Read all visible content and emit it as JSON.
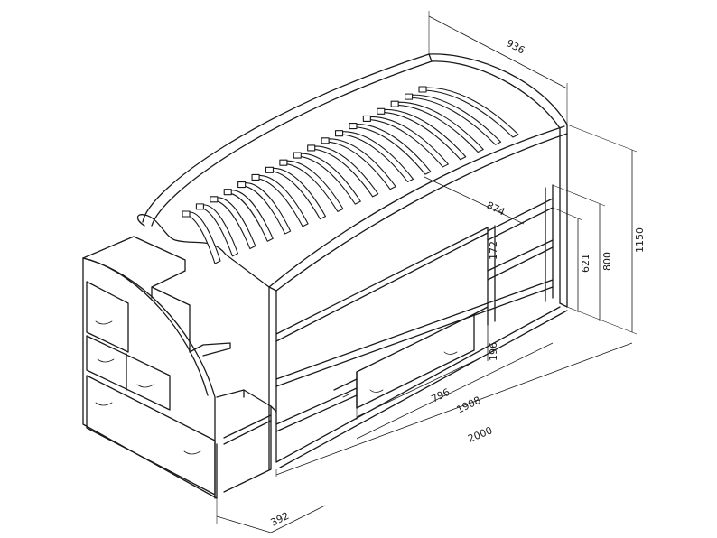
{
  "dimensions": {
    "width_top": "936",
    "height_total": "1150",
    "height_800": "800",
    "height_621": "621",
    "inner_874": "874",
    "shelf_172": "172",
    "drawer_196": "196",
    "drawer_796": "796",
    "length_1908": "1908",
    "length_2000": "2000",
    "step_392": "392"
  }
}
